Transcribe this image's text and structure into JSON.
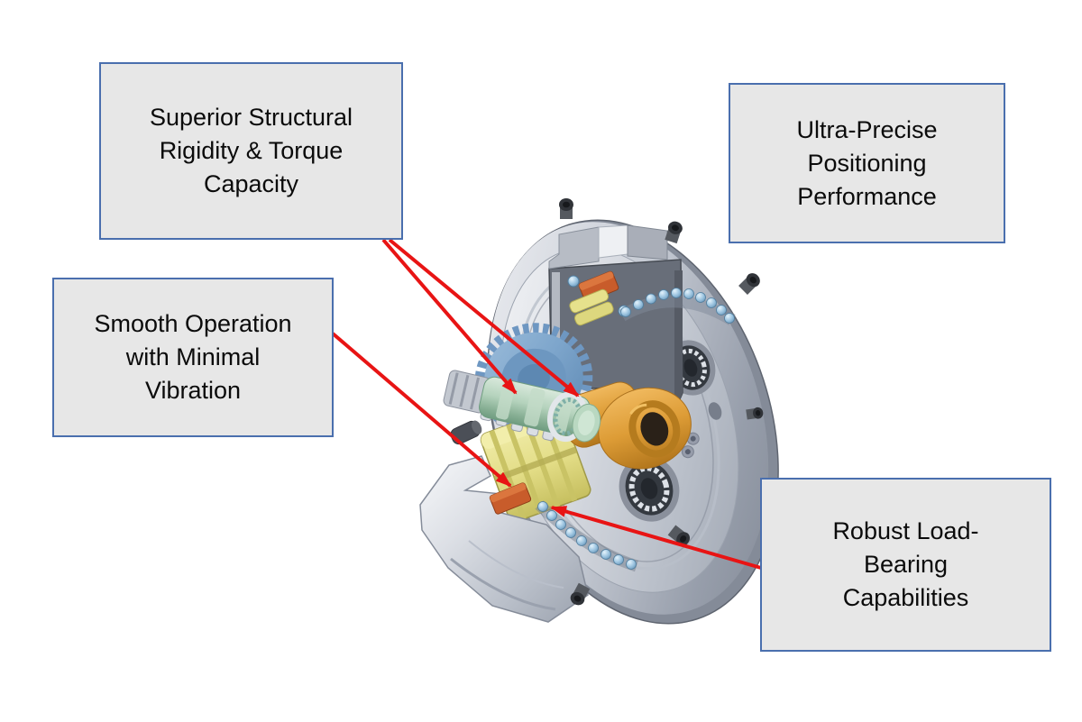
{
  "slide": {
    "background": "#ffffff",
    "description": "Annotated cutaway diagram of a precision gear speed reducer with four feature callouts connected by red leader lines"
  },
  "callouts": {
    "rigidity": {
      "label": "Superior Structural Rigidity & Torque Capacity",
      "lines": [
        "Superior Structural",
        "Rigidity & Torque",
        "Capacity"
      ]
    },
    "positioning": {
      "label": "Ultra-Precise Positioning Performance",
      "lines": [
        "Ultra-Precise",
        "Positioning",
        "Performance"
      ]
    },
    "smoothness": {
      "label": "Smooth Operation with Minimal Vibration",
      "lines": [
        "Smooth Operation",
        "with Minimal",
        "Vibration"
      ]
    },
    "load": {
      "label": "Robust Load-Bearing Capabilities",
      "lines": [
        "Robust Load-",
        "Bearing",
        "Capabilities"
      ]
    }
  },
  "illustration": {
    "alt": "Cutaway 3D rendering of a cycloidal gear reducer: steel output flange disc with bolt holes and bearings, dark cutaway housing block, blue input spur gear, green splined crankshaft, orange output bushing, yellow cycloid gear stack, orange-red needle rollers and light-blue main bearing balls",
    "highlighted_parts": [
      "blue input spur gear",
      "green splined crankshaft",
      "orange output bushing",
      "yellow cycloid gear stack",
      "orange-red needle rollers",
      "light-blue main bearing balls",
      "steel output flange with bolt holes"
    ]
  },
  "colors": {
    "box_fill": "#e7e7e7",
    "box_border": "#4a6fae",
    "leader_line": "#e81414",
    "text_color": "#0b0b0b",
    "background": "#ffffff",
    "gear_blue": "#7ea6cc",
    "shaft_green": "#a9cbb2",
    "bushing_orange": "#d9952f",
    "gear_yellow": "#e7e292",
    "roller_red": "#c85c2b",
    "bearing_ball_blue": "#9cc4e0",
    "steel_gray": "#c3c8d2"
  }
}
